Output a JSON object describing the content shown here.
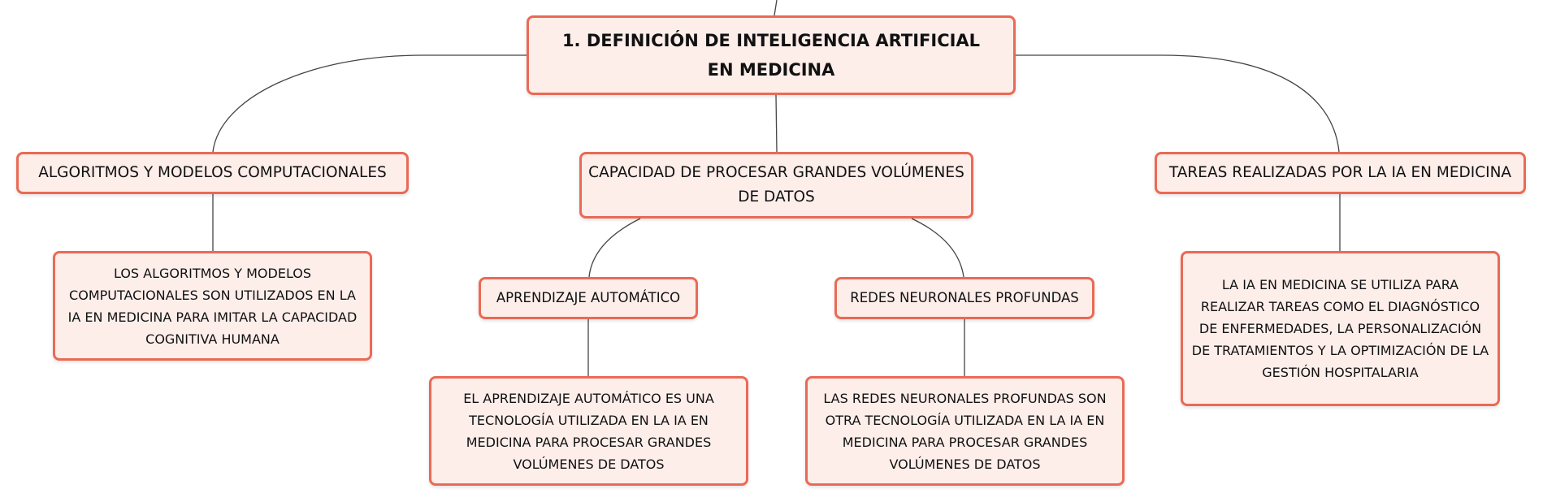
{
  "colors": {
    "node_fill": "#fdeeea",
    "node_border": "#ea6a55",
    "connector": "#444444",
    "text": "#111111"
  },
  "diagram": {
    "root": {
      "label": "1. DEFINICIÓN DE INTELIGENCIA ARTIFICIAL EN MEDICINA"
    },
    "branches": [
      {
        "label": "ALGORITMOS Y MODELOS COMPUTACIONALES",
        "detail": "LOS ALGORITMOS Y MODELOS COMPUTACIONALES SON UTILIZADOS EN LA IA EN MEDICINA PARA IMITAR LA CAPACIDAD COGNITIVA HUMANA"
      },
      {
        "label": "CAPACIDAD DE PROCESAR GRANDES VOLÚMENES DE DATOS",
        "children": [
          {
            "label": "APRENDIZAJE AUTOMÁTICO",
            "detail": "EL APRENDIZAJE AUTOMÁTICO ES UNA TECNOLOGÍA UTILIZADA EN LA IA EN MEDICINA PARA PROCESAR GRANDES VOLÚMENES DE DATOS"
          },
          {
            "label": "REDES NEURONALES PROFUNDAS",
            "detail": "LAS REDES NEURONALES PROFUNDAS SON OTRA TECNOLOGÍA UTILIZADA EN LA IA EN MEDICINA PARA PROCESAR GRANDES VOLÚMENES DE DATOS"
          }
        ]
      },
      {
        "label": "TAREAS REALIZADAS POR LA IA EN MEDICINA",
        "detail": "LA IA EN MEDICINA SE UTILIZA PARA REALIZAR TAREAS COMO EL DIAGNÓSTICO DE ENFERMEDADES, LA PERSONALIZACIÓN DE TRATAMIENTOS Y LA OPTIMIZACIÓN DE LA GESTIÓN HOSPITALARIA"
      }
    ]
  }
}
